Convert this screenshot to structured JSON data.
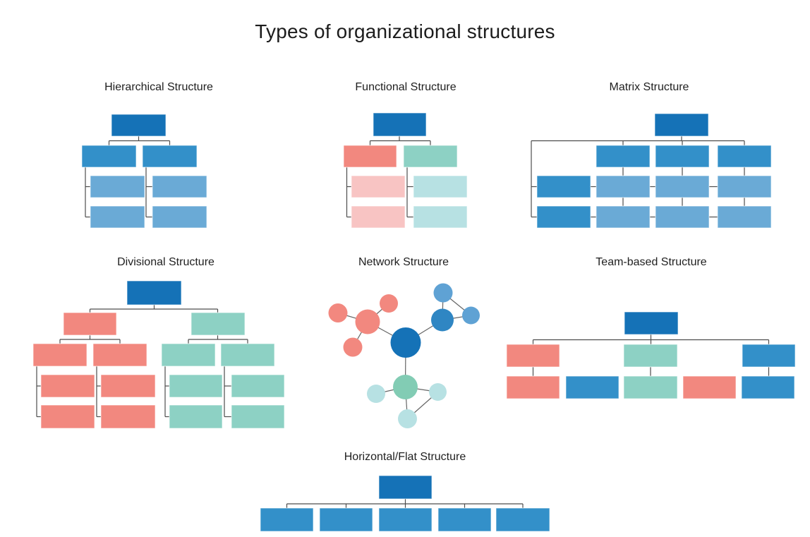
{
  "title": "Types of organizational structures",
  "sections": [
    {
      "id": "hierarchical",
      "label": "Hierarchical Structure"
    },
    {
      "id": "functional",
      "label": "Functional Structure"
    },
    {
      "id": "matrix",
      "label": "Matrix Structure"
    },
    {
      "id": "divisional",
      "label": "Divisional Structure"
    },
    {
      "id": "network",
      "label": "Network Structure"
    },
    {
      "id": "team",
      "label": "Team-based Structure"
    },
    {
      "id": "flat",
      "label": "Horizontal/Flat Structure"
    }
  ],
  "colors": {
    "ink": "#1c1c1c",
    "connector": "#4d4d4d",
    "edge": "#666666",
    "darkBlue": "#1572b7",
    "medBlue": "#3390c9",
    "lightBlue": "#6aaad6",
    "salmon": "#f2887f",
    "lightPink": "#f8c4c3",
    "teal": "#8dd1c4",
    "lightTeal": "#b7e1e3",
    "netBlue": "#2f86c3",
    "netBlueLight": "#5fa2d4",
    "netTeal": "#82ccb4"
  },
  "figures": [
    {
      "id": "hierarchical",
      "line_color": "connector",
      "lines": [
        [
          196.5,
          193,
          196.5,
          199.5
        ],
        [
          154.5,
          199.5,
          240.5,
          199.5
        ],
        [
          154.5,
          199.5,
          154.5,
          206
        ],
        [
          240.5,
          199.5,
          240.5,
          206
        ],
        [
          121,
          237,
          121,
          307.5
        ],
        [
          121,
          264.5,
          128,
          264.5
        ],
        [
          121,
          307.5,
          128,
          307.5
        ],
        [
          207,
          237,
          207,
          307.5
        ],
        [
          207,
          264.5,
          216,
          264.5
        ],
        [
          207,
          307.5,
          216,
          307.5
        ]
      ],
      "rects": [
        [
          158,
          162,
          77,
          31,
          "darkBlue"
        ],
        [
          116,
          206,
          77,
          31,
          "medBlue"
        ],
        [
          202,
          206,
          77,
          31,
          "medBlue"
        ],
        [
          128,
          249,
          77,
          31,
          "lightBlue"
        ],
        [
          128,
          292,
          77,
          31,
          "lightBlue"
        ],
        [
          216,
          249,
          77,
          31,
          "lightBlue"
        ],
        [
          216,
          292,
          77,
          31,
          "lightBlue"
        ]
      ]
    },
    {
      "id": "functional",
      "line_color": "connector",
      "lines": [
        [
          566,
          193,
          566,
          199.5
        ],
        [
          524.5,
          199.5,
          610,
          199.5
        ],
        [
          524.5,
          199.5,
          524.5,
          206
        ],
        [
          610,
          199.5,
          610,
          206
        ],
        [
          491.5,
          237,
          491.5,
          307.5
        ],
        [
          491.5,
          264.5,
          498,
          264.5
        ],
        [
          491.5,
          307.5,
          498,
          307.5
        ],
        [
          577,
          237,
          577,
          307.5
        ],
        [
          577,
          264.5,
          586,
          264.5
        ],
        [
          577,
          307.5,
          586,
          307.5
        ]
      ],
      "rects": [
        [
          529,
          160,
          75,
          33,
          "darkBlue"
        ],
        [
          487,
          206,
          75,
          31,
          "salmon"
        ],
        [
          572,
          206,
          76,
          31,
          "teal"
        ],
        [
          498,
          249,
          76,
          31,
          "lightPink"
        ],
        [
          498,
          292,
          76,
          31,
          "lightPink"
        ],
        [
          586,
          249,
          76,
          31,
          "lightTeal"
        ],
        [
          586,
          292,
          76,
          31,
          "lightTeal"
        ]
      ]
    },
    {
      "id": "matrix",
      "line_color": "connector",
      "lines": [
        [
          966,
          193,
          966,
          199.5
        ],
        [
          753,
          199.5,
          1055,
          199.5
        ],
        [
          883,
          199.5,
          883,
          206
        ],
        [
          967,
          199.5,
          967,
          206
        ],
        [
          1055,
          199.5,
          1055,
          206
        ],
        [
          753,
          199.5,
          753,
          307.5
        ],
        [
          753,
          264.5,
          761,
          264.5
        ],
        [
          753,
          307.5,
          761,
          307.5
        ],
        [
          883,
          237,
          883,
          249
        ],
        [
          967,
          237,
          967,
          249
        ],
        [
          1055,
          237,
          1055,
          249
        ],
        [
          883,
          280,
          883,
          292
        ],
        [
          967,
          280,
          967,
          292
        ],
        [
          1055,
          280,
          1055,
          292
        ],
        [
          837,
          264.5,
          845,
          264.5
        ],
        [
          921,
          264.5,
          929,
          264.5
        ],
        [
          1005,
          264.5,
          1017,
          264.5
        ],
        [
          837,
          307.5,
          845,
          307.5
        ],
        [
          921,
          307.5,
          929,
          307.5
        ],
        [
          1005,
          307.5,
          1017,
          307.5
        ]
      ],
      "rects": [
        [
          928,
          161,
          76,
          32,
          "darkBlue"
        ],
        [
          845,
          206,
          76,
          31,
          "medBlue"
        ],
        [
          929,
          206,
          76,
          31,
          "medBlue"
        ],
        [
          1017,
          206,
          76,
          31,
          "medBlue"
        ],
        [
          761,
          249,
          76,
          31,
          "medBlue"
        ],
        [
          845,
          249,
          76,
          31,
          "lightBlue"
        ],
        [
          929,
          249,
          76,
          31,
          "lightBlue"
        ],
        [
          1017,
          249,
          76,
          31,
          "lightBlue"
        ],
        [
          761,
          292,
          76,
          31,
          "medBlue"
        ],
        [
          845,
          292,
          76,
          31,
          "lightBlue"
        ],
        [
          929,
          292,
          76,
          31,
          "lightBlue"
        ],
        [
          1017,
          292,
          76,
          31,
          "lightBlue"
        ]
      ]
    },
    {
      "id": "divisional",
      "line_color": "connector",
      "lines": [
        [
          218.5,
          432,
          218.5,
          438
        ],
        [
          127.5,
          438,
          308.5,
          438
        ],
        [
          127.5,
          438,
          127.5,
          443
        ],
        [
          308.5,
          438,
          308.5,
          443
        ],
        [
          127.5,
          475,
          127.5,
          481
        ],
        [
          85,
          481,
          170,
          481
        ],
        [
          85,
          481,
          85,
          487
        ],
        [
          170,
          481,
          170,
          487
        ],
        [
          308.5,
          475,
          308.5,
          481
        ],
        [
          267,
          481,
          351,
          481
        ],
        [
          267,
          481,
          267,
          487
        ],
        [
          351,
          481,
          351,
          487
        ],
        [
          52,
          519,
          52,
          590.5
        ],
        [
          52,
          547,
          58,
          547
        ],
        [
          52,
          590.5,
          58,
          590.5
        ],
        [
          137,
          519,
          137,
          590.5
        ],
        [
          137,
          547,
          143,
          547
        ],
        [
          137,
          590.5,
          143,
          590.5
        ],
        [
          234,
          519,
          234,
          590.5
        ],
        [
          234,
          547,
          240,
          547
        ],
        [
          234,
          590.5,
          240,
          590.5
        ],
        [
          318,
          519,
          318,
          590.5
        ],
        [
          318,
          547,
          328,
          547
        ],
        [
          318,
          590.5,
          328,
          590.5
        ]
      ],
      "rects": [
        [
          180,
          398,
          77,
          34,
          "darkBlue"
        ],
        [
          90,
          443,
          75,
          32,
          "salmon"
        ],
        [
          271,
          443,
          76,
          32,
          "teal"
        ],
        [
          47,
          487,
          76,
          32,
          "salmon"
        ],
        [
          132,
          487,
          76,
          32,
          "salmon"
        ],
        [
          229,
          487,
          76,
          32,
          "teal"
        ],
        [
          313,
          487,
          76,
          32,
          "teal"
        ],
        [
          58,
          531,
          76,
          32,
          "salmon"
        ],
        [
          143,
          531,
          77,
          32,
          "salmon"
        ],
        [
          240,
          531,
          75,
          32,
          "teal"
        ],
        [
          328,
          531,
          75,
          32,
          "teal"
        ],
        [
          58,
          574,
          76,
          33,
          "salmon"
        ],
        [
          143,
          574,
          77,
          33,
          "salmon"
        ],
        [
          240,
          574,
          75,
          33,
          "teal"
        ],
        [
          328,
          574,
          75,
          33,
          "teal"
        ]
      ]
    },
    {
      "id": "network",
      "line_color": "edge",
      "lines": [
        [
          575,
          485.5,
          521,
          456
        ],
        [
          575,
          485.5,
          627,
          453.5
        ],
        [
          575,
          485.5,
          574.5,
          548.5
        ],
        [
          521,
          456,
          479,
          443.5
        ],
        [
          521,
          456,
          551,
          430
        ],
        [
          521,
          456,
          500,
          492
        ],
        [
          627,
          453.5,
          628,
          415
        ],
        [
          627,
          453.5,
          667.5,
          447
        ],
        [
          628,
          415,
          667.5,
          447
        ],
        [
          574.5,
          548.5,
          533,
          558
        ],
        [
          574.5,
          548.5,
          620.5,
          555.5
        ],
        [
          574.5,
          548.5,
          577.5,
          593.5
        ],
        [
          577.5,
          593.5,
          620.5,
          555.5
        ]
      ],
      "circles": [
        [
          575,
          485.5,
          21.5,
          "darkBlue"
        ],
        [
          521,
          456,
          17.5,
          "salmon"
        ],
        [
          479,
          443.5,
          13.5,
          "salmon"
        ],
        [
          551,
          430,
          13,
          "salmon"
        ],
        [
          500,
          492,
          13.5,
          "salmon"
        ],
        [
          627,
          453.5,
          16,
          "netBlue"
        ],
        [
          628,
          415,
          13.5,
          "netBlueLight"
        ],
        [
          667.5,
          447,
          12.5,
          "netBlueLight"
        ],
        [
          574.5,
          548.5,
          17.5,
          "netTeal"
        ],
        [
          533,
          558,
          13,
          "lightTeal"
        ],
        [
          620.5,
          555.5,
          12.5,
          "lightTeal"
        ],
        [
          577.5,
          593.5,
          13.5,
          "lightTeal"
        ]
      ]
    },
    {
      "id": "team",
      "line_color": "connector",
      "lines": [
        [
          922.5,
          474,
          922.5,
          488
        ],
        [
          755.5,
          481.5,
          1089.5,
          481.5
        ],
        [
          755.5,
          481.5,
          755.5,
          488
        ],
        [
          1089.5,
          481.5,
          1089.5,
          488
        ],
        [
          755.5,
          520,
          755.5,
          533
        ],
        [
          922,
          520,
          922,
          533
        ],
        [
          1089.5,
          520,
          1089.5,
          533
        ]
      ],
      "rects": [
        [
          885,
          442,
          76,
          32,
          "darkBlue"
        ],
        [
          718,
          488,
          75,
          32,
          "salmon"
        ],
        [
          884,
          488,
          76,
          32,
          "teal"
        ],
        [
          1052,
          488,
          75,
          32,
          "medBlue"
        ],
        [
          718,
          533,
          75,
          32,
          "salmon"
        ],
        [
          802,
          533,
          75,
          32,
          "medBlue"
        ],
        [
          884,
          533,
          76,
          32,
          "teal"
        ],
        [
          968,
          533,
          75,
          32,
          "salmon"
        ],
        [
          1051,
          533,
          75,
          32,
          "medBlue"
        ]
      ]
    },
    {
      "id": "flat",
      "line_color": "connector",
      "lines": [
        [
          574.5,
          707,
          574.5,
          714
        ],
        [
          406.5,
          714,
          741,
          714
        ],
        [
          406.5,
          714,
          406.5,
          720
        ],
        [
          490.5,
          714,
          490.5,
          720
        ],
        [
          574.5,
          714,
          574.5,
          720
        ],
        [
          658.5,
          714,
          658.5,
          720
        ],
        [
          741,
          714,
          741,
          720
        ]
      ],
      "rects": [
        [
          537,
          674,
          75,
          33,
          "darkBlue"
        ],
        [
          369,
          720,
          75,
          33,
          "medBlue"
        ],
        [
          453,
          720,
          75,
          33,
          "medBlue"
        ],
        [
          537,
          720,
          75,
          33,
          "medBlue"
        ],
        [
          621,
          720,
          75,
          33,
          "medBlue"
        ],
        [
          703,
          720,
          76,
          33,
          "medBlue"
        ]
      ]
    }
  ]
}
